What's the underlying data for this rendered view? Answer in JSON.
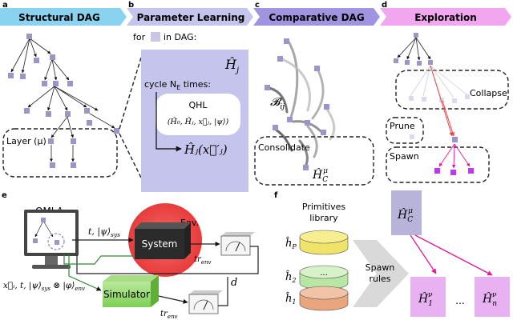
{
  "panels": {
    "a": {
      "letter": "a",
      "title": "Structural DAG",
      "layer_label": "Layer (μ)"
    },
    "b": {
      "letter": "b",
      "title": "Parameter Learning",
      "for_prefix": "for",
      "for_suffix": "in DAG:",
      "hj": "Ĥ",
      "hj_sub": "j",
      "cycle": "cycle N",
      "cycle_sub": "E",
      "cycle_suffix": " times:",
      "qhl": "QHL",
      "qhl_args": "(Ĥ₀, Ĥⱼ, x⃗ⱼ, |ψ⟩)",
      "result": "Ĥⱼ(x⃗′ⱼ)"
    },
    "c": {
      "letter": "c",
      "title": "Comparative DAG",
      "bij": "𝓑",
      "bij_sub": "ij",
      "consolidate": "Consolidate",
      "hc": "Ĥ",
      "hc_sub": "C",
      "hc_sup": "μ"
    },
    "d": {
      "letter": "d",
      "title": "Exploration",
      "collapse": "Collapse",
      "prune": "Prune",
      "spawn": "Spawn"
    },
    "e": {
      "letter": "e",
      "qmla": "QMLA",
      "env": "Env.",
      "system": "System",
      "simulator": "Simulator",
      "t_psi": "t, |ψ⟩",
      "t_psi_sub": "sys",
      "tr_env": "tr",
      "tr_env_sub": "env",
      "tr_env2": "tr",
      "tr_env2_sub": "env",
      "d": "d",
      "inputs": "x⃗ᵢ, t, |ψ⟩",
      "inputs_sub1": "sys",
      "inputs_mid": " ⊗ |φ⟩",
      "inputs_sub2": "env"
    },
    "f": {
      "letter": "f",
      "primitives_line1": "Primitives",
      "primitives_line2": "library",
      "hP": "ĥ",
      "hP_sub": "P",
      "h2": "ĥ",
      "h2_sub": "2",
      "h1": "ĥ",
      "h1_sub": "1",
      "dots": "...",
      "spawn_rules_line1": "Spawn",
      "spawn_rules_line2": "rules",
      "hc": "Ĥ",
      "hc_sub": "C",
      "hc_sup": "μ",
      "h1nu": "Ĥ",
      "h1nu_sub": "1",
      "h1nu_sup": "ν",
      "hnnu": "Ĥ",
      "hnnu_sub": "n",
      "hnnu_sup": "ν",
      "ellipsis": "..."
    }
  },
  "colors": {
    "a": "#8ad3f0",
    "b": "#c5c4ec",
    "c": "#a093e0",
    "d": "#f2a6ef",
    "node": "#9b96c6",
    "node_light": "#c9c6e3",
    "pink": "#e6179b",
    "red": "#e8484c",
    "green": "#2e8a2e"
  }
}
